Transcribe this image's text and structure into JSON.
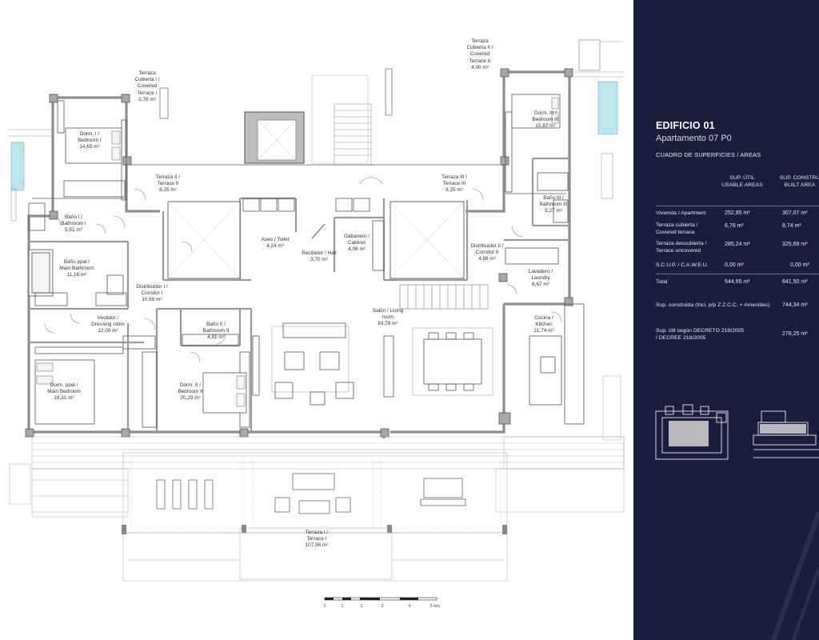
{
  "panel": {
    "building": "EDIFICIO 01",
    "apartment": "Apartamento 07 P0",
    "subtitle": "CUADRO DE SUPERFICIES / AREAS",
    "col_usable": [
      "SUP. ÚTIL",
      "USABLE AREAS"
    ],
    "col_built": [
      "SUP. CONSTRU",
      "BUILT AREA"
    ],
    "rows": [
      {
        "label": [
          "Vivienda / Apartment"
        ],
        "usable": "252,95 m²",
        "built": "307,07 m²"
      },
      {
        "label": [
          "Terraza cubierta /",
          "Covered terrace"
        ],
        "usable": "6,76 m²",
        "built": "8,74 m²"
      },
      {
        "label": [
          "Terraza descubierta /",
          "Terrace uncovered"
        ],
        "usable": "285,24 m²",
        "built": "325,69 m²"
      },
      {
        "label": [
          "S.C.U.P. / C.A.W.E.U."
        ],
        "usable": "0,00 m²",
        "built": "0,00 m²"
      },
      {
        "label": [
          "Total"
        ],
        "usable": "544,95 m²",
        "built": "641,50 m²"
      },
      {
        "label": [
          "Sup. construida (Incl. p/p Z.Z.C.C. + Amenities)"
        ],
        "usable": "",
        "built": "744,34 m²"
      },
      {
        "label": [
          "Sup. útil según DECRETO 218/2005",
          "/ DECREE 218/2005"
        ],
        "usable": "",
        "built": "278,25 m²"
      }
    ]
  },
  "rooms": [
    {
      "id": "terraza-cubierta-2",
      "lines": [
        "Terraza",
        "Cubierta II /",
        "Covered",
        "Terrace II",
        "4,00 m²"
      ]
    },
    {
      "id": "terraza-cubierta-1",
      "lines": [
        "Terraza",
        "Cubierta I /",
        "Covered",
        "Terrace I",
        "2,76 m²"
      ]
    },
    {
      "id": "dorm-1",
      "lines": [
        "Dorm. I /",
        "Bedroom I",
        "14,65 m²"
      ]
    },
    {
      "id": "dorm-3",
      "lines": [
        "Dorm. III /",
        "Bedroom III",
        "15,82 m²"
      ]
    },
    {
      "id": "terraza-2",
      "lines": [
        "Terraza II /",
        "Terrace II",
        "8,25 m²"
      ]
    },
    {
      "id": "terraza-3",
      "lines": [
        "Terraza III /",
        "Terrace III",
        "8,25 m²"
      ]
    },
    {
      "id": "bano-3",
      "lines": [
        "Baño III /",
        "Bathroom III",
        "5,27 m²"
      ]
    },
    {
      "id": "bano-1",
      "lines": [
        "Baño I /",
        "Bathroom I",
        "5,51 m²"
      ]
    },
    {
      "id": "aseo",
      "lines": [
        "Aseo / Toilet",
        "4,24 m²"
      ]
    },
    {
      "id": "gabanero",
      "lines": [
        "Gabanero /",
        "Cabinet",
        "4,06 m²"
      ]
    },
    {
      "id": "recibidor",
      "lines": [
        "Recibidor / Hall",
        "3,70 m²"
      ]
    },
    {
      "id": "distribuidor-2",
      "lines": [
        "Distribuidor II /",
        "Corridor II",
        "4,88 m²"
      ]
    },
    {
      "id": "bano-ppal",
      "lines": [
        "Baño ppal /",
        "Main Bathroom",
        "11,16 m²"
      ]
    },
    {
      "id": "distribuidor-1",
      "lines": [
        "Distribuidor I /",
        "Corridor I",
        "10,68 m²"
      ]
    },
    {
      "id": "lavadero",
      "lines": [
        "Lavadero /",
        "Laundry",
        "6,67 m²"
      ]
    },
    {
      "id": "vestidor",
      "lines": [
        "Vestidor /",
        "Dressing room",
        "12,00 m²"
      ]
    },
    {
      "id": "bano-2",
      "lines": [
        "Baño II /",
        "Bathroom II",
        "4,81 m²"
      ]
    },
    {
      "id": "salon",
      "lines": [
        "Salón / Living",
        "room",
        "83,78 m²"
      ]
    },
    {
      "id": "cocina",
      "lines": [
        "Cocina /",
        "Kitchen",
        "21,74 m²"
      ]
    },
    {
      "id": "dorm-ppal",
      "lines": [
        "Dorm. ppal /",
        "Main Bedroom",
        "18,31 m²"
      ]
    },
    {
      "id": "dorm-2",
      "lines": [
        "Dorm. II /",
        "Bedroom II",
        "20,29 m²"
      ]
    },
    {
      "id": "terraza-1",
      "lines": [
        "Terraza I /",
        "Terrace I",
        "107,96 m²"
      ]
    }
  ],
  "scale": {
    "ticks": [
      "0",
      "1",
      "2",
      "3",
      "4",
      "5 mts"
    ]
  },
  "colors": {
    "panel_bg": "#1b1d3c",
    "wall_gray": "#a8a8a8",
    "pool": "#b9e6ec",
    "panel_line": "#6d6f8e"
  }
}
